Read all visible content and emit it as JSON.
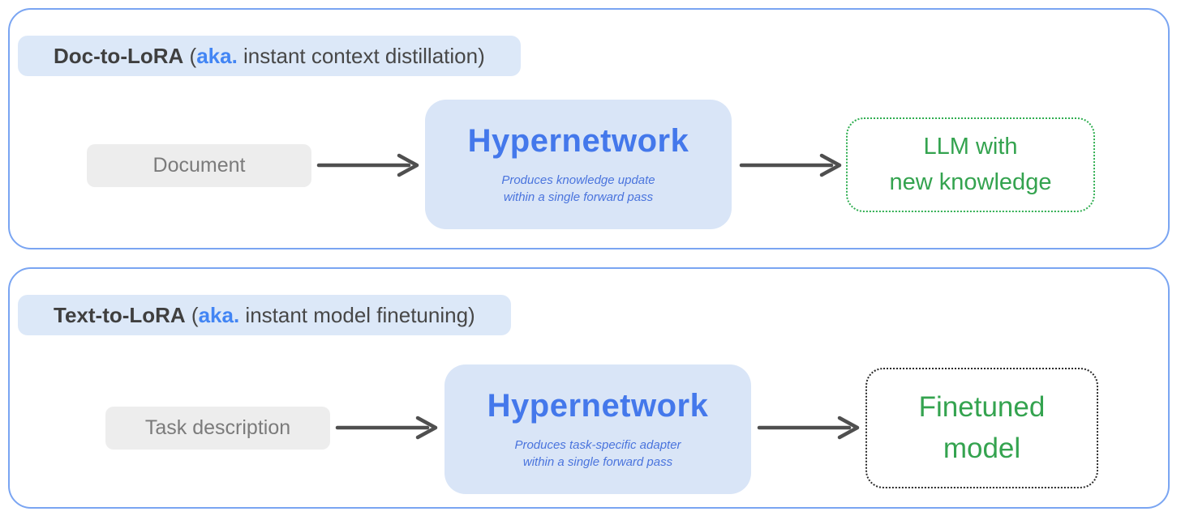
{
  "colors": {
    "panel_border": "#7aa5f2",
    "chip_bg": "#dce8f8",
    "title_text": "#474747",
    "accent_blue": "#4285f4",
    "hyper_box_bg": "#d9e5f7",
    "hyper_title_blue": "#4478eb",
    "hyper_note_blue": "#4a74dd",
    "green_text": "#34a34f",
    "output_border_green": "#2fae50",
    "output_border_dark": "#2a2a2a",
    "input_box_bg": "#ededed",
    "input_text_gray": "#7b7b7b",
    "arrow_gray": "#4f4f4f"
  },
  "panels": [
    {
      "title": {
        "name": "Doc-to-LoRA",
        "paren": " (",
        "aka": "aka.",
        "rest": " instant context distillation)"
      },
      "input_label": "Document",
      "hypernetwork": {
        "title": "Hypernetwork",
        "note_line1": "Produces knowledge update",
        "note_line2": "within a single forward pass"
      },
      "output": {
        "line1": "LLM with",
        "line2": "new knowledge"
      }
    },
    {
      "title": {
        "name": "Text-to-LoRA",
        "paren": " (",
        "aka": "aka.",
        "rest": " instant model finetuning)"
      },
      "input_label": "Task description",
      "hypernetwork": {
        "title": "Hypernetwork",
        "note_line1": "Produces task-specific adapter",
        "note_line2": "within a single forward pass"
      },
      "output": {
        "line1": "Finetuned",
        "line2": "model"
      }
    }
  ]
}
